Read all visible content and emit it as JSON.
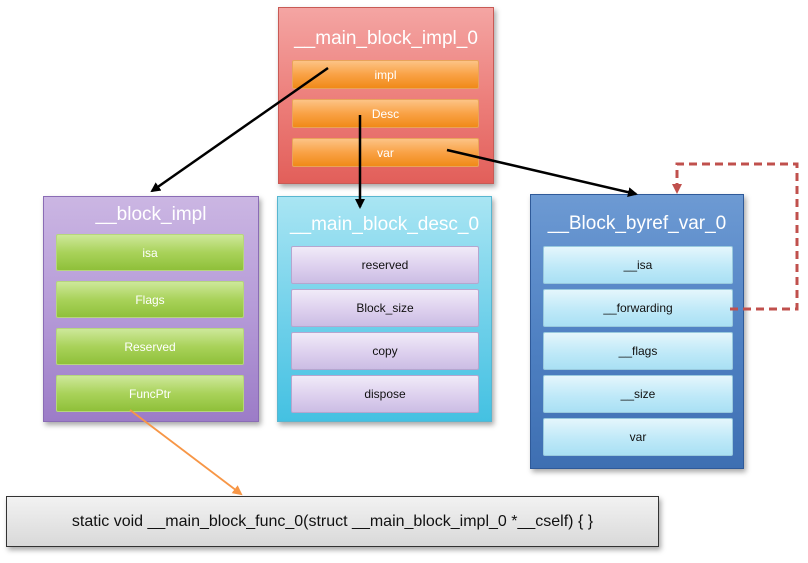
{
  "main_block_impl": {
    "title": "__main_block_impl_0",
    "fields": [
      "impl",
      "Desc",
      "var"
    ]
  },
  "block_impl": {
    "title": "__block_impl",
    "fields": [
      "isa",
      "Flags",
      "Reserved",
      "FuncPtr"
    ]
  },
  "main_block_desc": {
    "title": "__main_block_desc_0",
    "fields": [
      "reserved",
      "Block_size",
      "copy",
      "dispose"
    ]
  },
  "block_byref_var": {
    "title": "__Block_byref_var_0",
    "fields": [
      "__isa",
      "__forwarding",
      "__flags",
      "__size",
      "var"
    ]
  },
  "function_signature": "static void __main_block_func_0(struct __main_block_impl_0 *__cself) { }",
  "colors": {
    "arrow": "#000000",
    "forwarding_arrow": "#c0504d",
    "funcptr_arrow": "#f79646"
  }
}
